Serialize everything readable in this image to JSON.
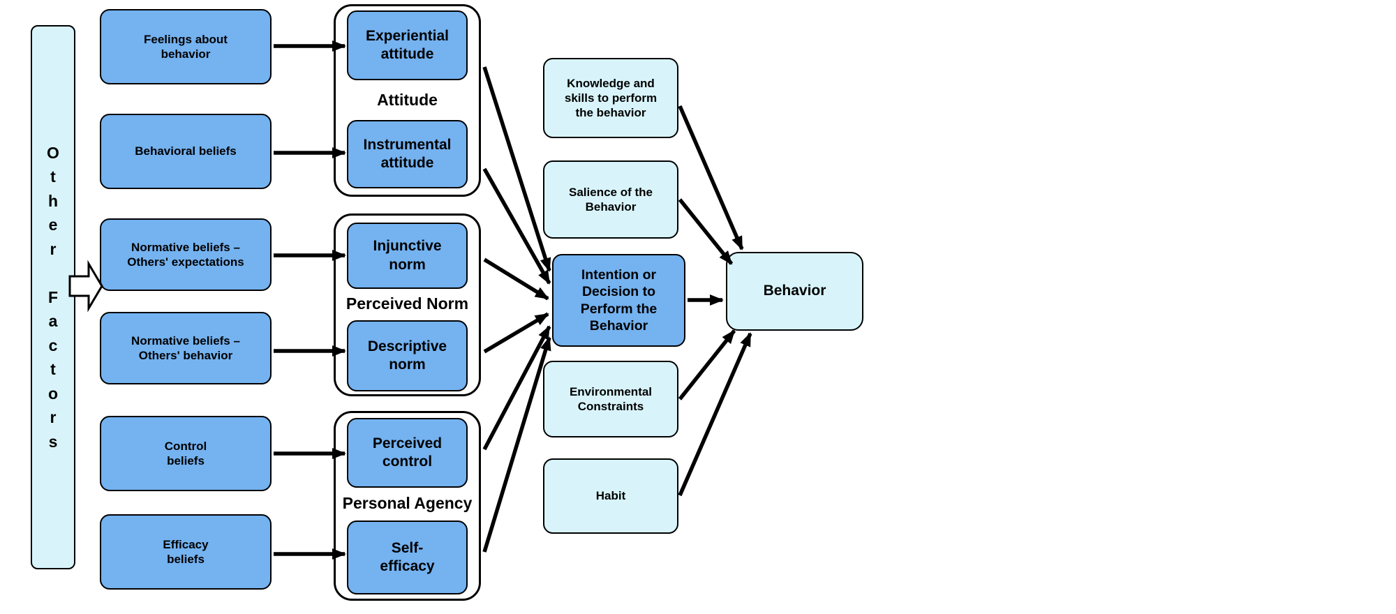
{
  "title": "Integrated behavioral model diagram",
  "colors": {
    "blue_box": "#74B2F0",
    "cyan_box": "#D8F4FA",
    "border": "#000000",
    "arrow": "#000000",
    "background": "#FFFFFF"
  },
  "other_factors": {
    "vertical_text": "O\nt\nh\ne\nr\n\nF\na\nc\nt\no\nr\ns"
  },
  "antecedent_boxes": [
    {
      "label": "Feelings about\nbehavior"
    },
    {
      "label": "Behavioral beliefs"
    },
    {
      "label": "Normative beliefs –\nOthers' expectations"
    },
    {
      "label": "Normative beliefs –\nOthers' behavior"
    },
    {
      "label": "Control\nbeliefs"
    },
    {
      "label": "Efficacy\nbeliefs"
    }
  ],
  "construct_groups": [
    {
      "group_label": "Attitude",
      "top_box": "Experiential\nattitude",
      "bottom_box": "Instrumental\nattitude"
    },
    {
      "group_label": "Perceived Norm",
      "top_box": "Injunctive\nnorm",
      "bottom_box": "Descriptive\nnorm"
    },
    {
      "group_label": "Personal Agency",
      "top_box": "Perceived\ncontrol",
      "bottom_box": "Self-\nefficacy"
    }
  ],
  "moderator_boxes": [
    {
      "label": "Knowledge and\nskills to perform\nthe behavior"
    },
    {
      "label": "Salience of the\nBehavior"
    },
    {
      "label": "Environmental\nConstraints"
    },
    {
      "label": "Habit"
    }
  ],
  "intention_box": {
    "label": "Intention or\nDecision to\nPerform the\nBehavior"
  },
  "behavior_box": {
    "label": "Behavior"
  }
}
